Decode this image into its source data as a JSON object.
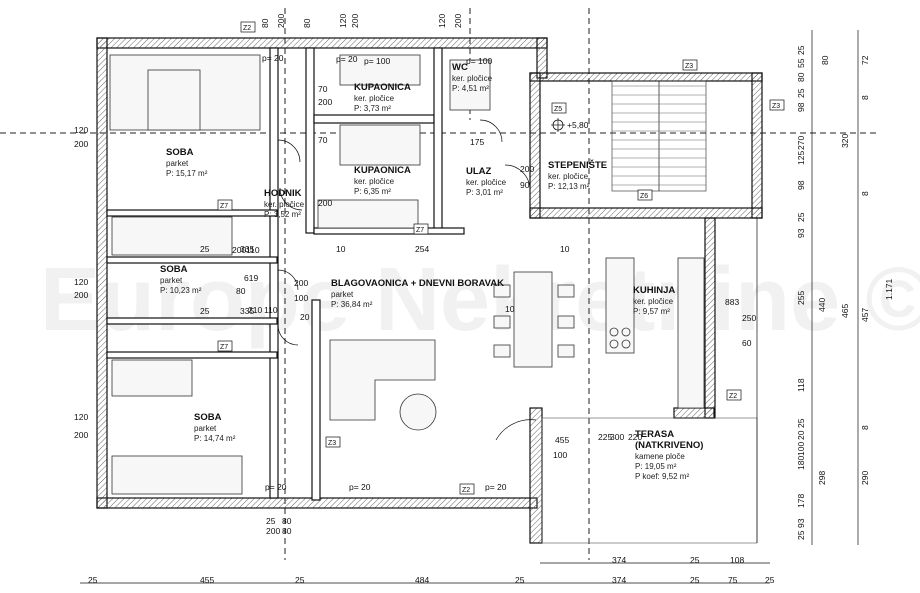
{
  "watermark": "Europe Nekretnine ©",
  "rooms": [
    {
      "id": "soba1",
      "name": "SOBA",
      "finish": "parket",
      "area": "P: 15,17 m²"
    },
    {
      "id": "kupaonica1",
      "name": "KUPAONICA",
      "finish": "ker. pločice",
      "area": "P: 3,73 m²"
    },
    {
      "id": "wc",
      "name": "WC",
      "finish": "ker. pločice",
      "area": "P: 4,51 m²"
    },
    {
      "id": "kupaonica2",
      "name": "KUPAONICA",
      "finish": "ker. pločice",
      "area": "P: 6,35 m²"
    },
    {
      "id": "hodnik",
      "name": "HODNIK",
      "finish": "ker. pločice",
      "area": "P: 3,52 m²"
    },
    {
      "id": "ulaz",
      "name": "ULAZ",
      "finish": "ker. pločice",
      "area": "P: 3,01 m²"
    },
    {
      "id": "stepeniste",
      "name": "STEPENIŠTE",
      "finish": "ker. pločice",
      "area": "P: 12,13 m²"
    },
    {
      "id": "soba2",
      "name": "SOBA",
      "finish": "parket",
      "area": "P: 10,23 m²"
    },
    {
      "id": "blagovaonica",
      "name": "BLAGOVAONICA + DNEVNI BORAVAK",
      "finish": "parket",
      "area": "P: 36,84 m²"
    },
    {
      "id": "kuhinja",
      "name": "KUHINJA",
      "finish": "ker. pločice",
      "area": "P: 9,57 m²"
    },
    {
      "id": "soba3",
      "name": "SOBA",
      "finish": "parket",
      "area": "P: 14,74 m²"
    },
    {
      "id": "terasa",
      "name": "TERASA (NATKRIVENO)",
      "finish": "kamene ploče",
      "area": "P: 19,05 m²",
      "area2": "P koef: 9,52 m²"
    }
  ],
  "wall_tags": [
    "Z2",
    "Z3",
    "Z3",
    "Z5",
    "Z6",
    "Z7",
    "Z7",
    "Z7",
    "Z3",
    "Z2",
    "Z2"
  ],
  "level_mark": "+5,80",
  "top_dims": [
    "80",
    "200",
    "80",
    "120",
    "200",
    "120",
    "200"
  ],
  "bottom_dims": [
    "25",
    "455",
    "25",
    "484",
    "25",
    "374",
    "25",
    "75",
    "25"
  ],
  "bottom_dims_2": [
    "374",
    "25",
    "108"
  ],
  "left_dims": [
    "120",
    "200",
    "120",
    "200",
    "120",
    "200"
  ],
  "right_dims_1": [
    "25",
    "55",
    "80",
    "25",
    "98",
    "270",
    "125",
    "98",
    "25",
    "93",
    "255",
    "118",
    "25",
    "20",
    "100",
    "180",
    "178",
    "93",
    "25"
  ],
  "right_dims_2": [
    "80",
    "72",
    "8",
    "320",
    "8",
    "440",
    "465",
    "457",
    "8",
    "298",
    "290"
  ],
  "right_dim_total": "1.171",
  "inner_dims": [
    "p= 20",
    "p= 20",
    "p= 20",
    "p= 20",
    "p= 20",
    "p= 100",
    "p= 100",
    "70",
    "200",
    "70",
    "200",
    "175",
    "200",
    "90",
    "200",
    "110",
    "25",
    "335",
    "10",
    "254",
    "10",
    "619",
    "80",
    "200",
    "100",
    "210",
    "110",
    "25",
    "335",
    "10",
    "883",
    "250",
    "60",
    "455",
    "100",
    "225",
    "300",
    "220",
    "20",
    "25",
    "80",
    "200",
    "80",
    "200"
  ]
}
